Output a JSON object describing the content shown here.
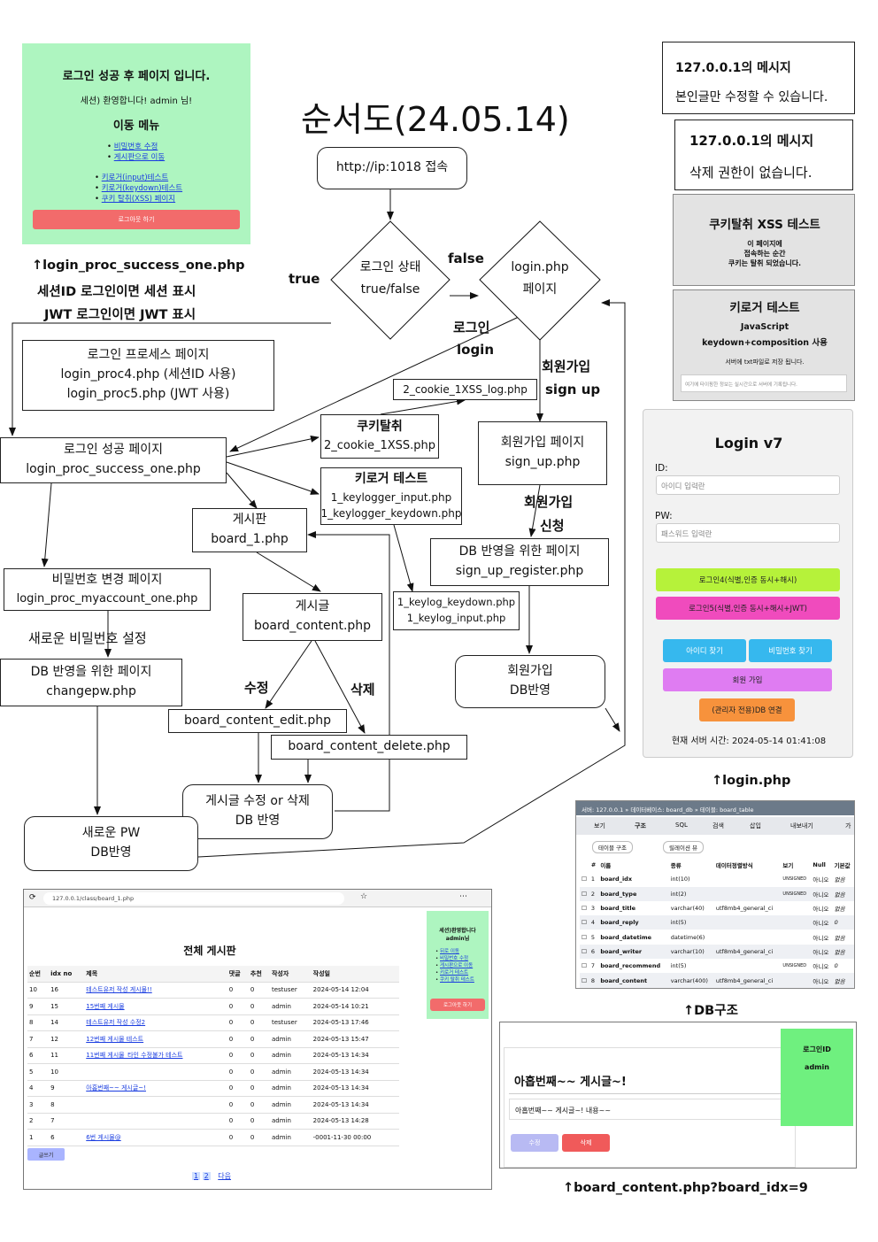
{
  "title": "순서도(24.05.14)",
  "nodes": {
    "start": "http://ip:1018 접속",
    "decision": [
      "로그인 상태",
      "true/false"
    ],
    "login_page": [
      "login.php",
      "페이지"
    ],
    "login_process": [
      "로그인 프로세스 페이지",
      "login_proc4.php (세션ID 사용)",
      "login_proc5.php (JWT 사용)"
    ],
    "login_success": [
      "로그인 성공 페이지",
      "login_proc_success_one.php"
    ],
    "cookie_log": "2_cookie_1XSS_log.php",
    "cookie": [
      "쿠키탈취",
      "2_cookie_1XSS.php"
    ],
    "keylogger": [
      "키로거 테스트",
      "1_keylogger_input.php",
      "1_keylogger_keydown.php"
    ],
    "keylog": [
      "1_keylog_keydown.php",
      "1_keylog_input.php"
    ],
    "signup_page": [
      "회원가입 페이지",
      "sign_up.php"
    ],
    "signup_register": [
      "DB 반영을 위한 페이지",
      "sign_up_register.php"
    ],
    "signup_db": [
      "회원가입",
      "DB반영"
    ],
    "board": [
      "게시판",
      "board_1.php"
    ],
    "board_content": [
      "게시글",
      "board_content.php"
    ],
    "board_edit": "board_content_edit.php",
    "board_delete": "board_content_delete.php",
    "board_db": [
      "게시글 수정 or 삭제",
      "DB 반영"
    ],
    "myaccount": [
      "비밀번호 변경 페이지",
      "login_proc_myaccount_one.php"
    ],
    "changepw": [
      "DB 반영을 위한 페이지",
      "changepw.php"
    ],
    "newpw_db": [
      "새로운 PW",
      "DB반영"
    ]
  },
  "edge_labels": {
    "true": "true",
    "false": "false",
    "login": [
      "로그인",
      "login"
    ],
    "signup": [
      "회원가입",
      "sign up"
    ],
    "signup_request": [
      "회원가입",
      "신청"
    ],
    "new_pw": "새로운 비밀번호 설정",
    "edit": "수정",
    "delete": "삭제"
  },
  "captions": {
    "success": [
      "↑login_proc_success_one.php",
      "세션ID 로그인이면 세션 표시",
      "JWT 로그인이면 JWT 표시"
    ],
    "login": "↑login.php",
    "db": "↑DB구조",
    "content": "↑board_content.php?board_idx=9"
  },
  "success_panel": {
    "heading": "로그인 성공 후 페이지 입니다.",
    "welcome": "세션) 환영합니다! admin 님!",
    "menu_title": "이동 메뉴",
    "links1": [
      "비밀번호 수정",
      "게시판으로 이동"
    ],
    "links2": [
      "키로거(input)테스트",
      "키로거(keydown)테스트",
      "쿠키 탈취(XSS) 페이지"
    ],
    "logout": "로그아웃 하기"
  },
  "alerts": [
    {
      "title": "127.0.0.1의 메시지",
      "msg": "본인글만 수정할 수 있습니다."
    },
    {
      "title": "127.0.0.1의 메시지",
      "msg": "삭제 권한이 없습니다."
    }
  ],
  "xss_panel": {
    "title": "쿠키탈취 XSS 테스트",
    "lines": [
      "이 페이지에",
      "접속하는 순간",
      "쿠키는 탈취 되었습니다."
    ]
  },
  "keylogger_panel": {
    "title": "키로거 테스트",
    "sub": [
      "JavaScript",
      "keydown+composition 사용"
    ],
    "note": "서버에 txt파일로 저장 됩니다.",
    "placeholder": "여기에 타이핑한 정보는 실시간으로 서버에 기록됩니다."
  },
  "login_panel": {
    "title": "Login v7",
    "id_label": "ID:",
    "id_placeholder": "아이디 입력란",
    "pw_label": "PW:",
    "pw_placeholder": "패스워드 입력란",
    "btn_login4": "로그인4(식별,인증 동시+해시)",
    "btn_login5": "로그인5(식별,인증 동시+해시+JWT)",
    "btn_find_id": "아이디 찾기",
    "btn_find_pw": "비밀번호 찾기",
    "btn_signup": "회원 가입",
    "btn_admin": "(관리자 전용)DB 연결",
    "server_time": "현재 서버 시간: 2024-05-14 01:41:08",
    "colors": {
      "login4": "#b6f23a",
      "login5": "#f04bbd",
      "find": "#36b8ee",
      "signup": "#df7cf2",
      "admin": "#f7923c"
    }
  },
  "db_panel": {
    "breadcrumb": [
      "서버: 127.0.0.1",
      "데이터베이스: board_db",
      "테이블: board_table"
    ],
    "tabs": [
      "보기",
      "구조",
      "SQL",
      "검색",
      "삽입",
      "내보내기",
      "가"
    ],
    "subtabs": [
      "테이블 구조",
      "릴레이션 뷰"
    ],
    "headers": [
      "#",
      "이름",
      "종류",
      "데이터정렬방식",
      "보기",
      "Null",
      "기본값"
    ],
    "rows": [
      [
        "1",
        "board_idx",
        "int(10)",
        "",
        "UNSIGNED",
        "아니오",
        "없음"
      ],
      [
        "2",
        "board_type",
        "int(2)",
        "",
        "UNSIGNED",
        "아니오",
        "없음"
      ],
      [
        "3",
        "board_title",
        "varchar(40)",
        "utf8mb4_general_ci",
        "",
        "아니오",
        "없음"
      ],
      [
        "4",
        "board_reply",
        "int(5)",
        "",
        "",
        "아니오",
        "0"
      ],
      [
        "5",
        "board_datetime",
        "datetime(6)",
        "",
        "",
        "아니오",
        "없음"
      ],
      [
        "6",
        "board_writer",
        "varchar(10)",
        "utf8mb4_general_ci",
        "",
        "아니오",
        "없음"
      ],
      [
        "7",
        "board_recommend",
        "int(5)",
        "",
        "UNSIGNED",
        "아니오",
        "0"
      ],
      [
        "8",
        "board_content",
        "varchar(400)",
        "utf8mb4_general_ci",
        "",
        "아니오",
        "없음"
      ]
    ]
  },
  "board_panel": {
    "url": "127.0.0.1/class/board_1.php",
    "heading": "전체 게시판",
    "headers": [
      "순번",
      "idx no",
      "제목",
      "댓글",
      "추천",
      "작성자",
      "작성일"
    ],
    "rows": [
      [
        "10",
        "16",
        "테스트유저 작성 게시물!!",
        "0",
        "0",
        "testuser",
        "2024-05-14 12:04"
      ],
      [
        "9",
        "15",
        "15번째 게시물",
        "0",
        "0",
        "admin",
        "2024-05-14 10:21"
      ],
      [
        "8",
        "14",
        "테스트유저 작성 수정2",
        "0",
        "0",
        "testuser",
        "2024-05-13 17:46"
      ],
      [
        "7",
        "12",
        "12번째 게시물 테스트",
        "0",
        "0",
        "admin",
        "2024-05-13 15:47"
      ],
      [
        "6",
        "11",
        "11번째 게시물_타인 수정불가 테스트",
        "0",
        "0",
        "admin",
        "2024-05-13 14:34"
      ],
      [
        "5",
        "10",
        "",
        "0",
        "0",
        "admin",
        "2024-05-13 14:34"
      ],
      [
        "4",
        "9",
        "아홉번째~~ 게시글~!",
        "0",
        "0",
        "admin",
        "2024-05-13 14:34"
      ],
      [
        "3",
        "8",
        "",
        "0",
        "0",
        "admin",
        "2024-05-13 14:34"
      ],
      [
        "2",
        "7",
        "",
        "0",
        "0",
        "admin",
        "2024-05-13 14:28"
      ],
      [
        "1",
        "6",
        "6번 게시물@",
        "0",
        "0",
        "admin",
        "-0001-11-30 00:00"
      ]
    ],
    "write_btn": "글쓰기",
    "pages": [
      "1",
      "2"
    ],
    "next": "다음",
    "side_welcome": [
      "세션)환영합니다",
      "admin님"
    ],
    "side_links": [
      "뒤로 이동",
      "비밀번호 수정",
      "게시판으로 이동",
      "키로거 테스트",
      "쿠키 탈취 테스트"
    ],
    "side_logout": "로그아웃 하기"
  },
  "content_panel": {
    "title": "아홉번째~~ 게시글~!",
    "body": "아홉번째~~ 게시글~! 내용~~",
    "btn_edit": "수정",
    "btn_delete": "삭제",
    "side_title": "로그인ID",
    "side_user": "admin"
  }
}
